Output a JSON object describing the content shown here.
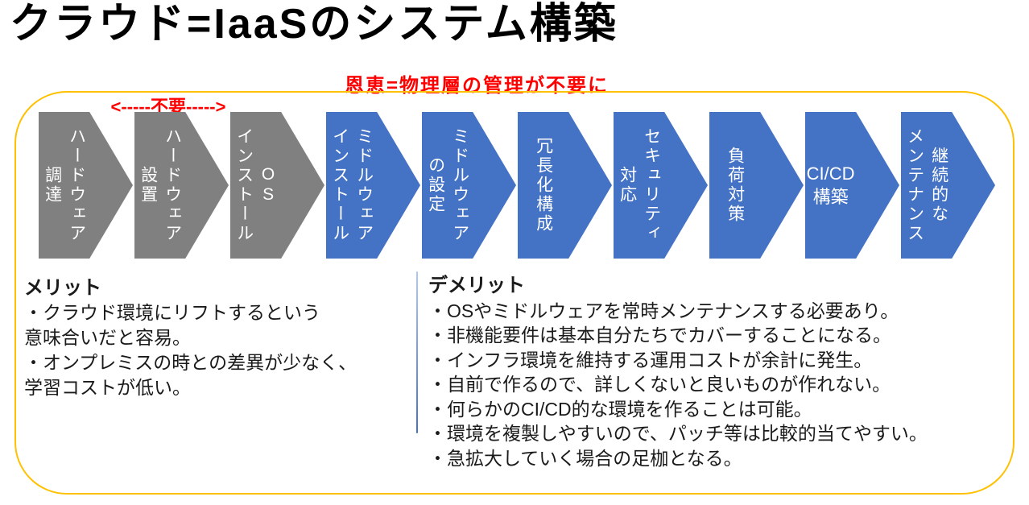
{
  "title": "クラウド=IaaSのシステム構築",
  "annotations": {
    "benefit": "恩恵=物理層の管理が不要に",
    "unnecessary_marker": "<-----不要----->"
  },
  "colors": {
    "gray": "#808080",
    "blue": "#4472C4",
    "gold": "#FFC000",
    "red": "#FF0000",
    "ink": "#1a1a1a",
    "arrow_text": "#ffffff"
  },
  "process_arrows": [
    {
      "lines": [
        "ハードウェア",
        "調達"
      ],
      "color": "gray",
      "orientation": "vertical"
    },
    {
      "lines": [
        "ハードウェア",
        "設置"
      ],
      "color": "gray",
      "orientation": "vertical"
    },
    {
      "lines": [
        "OS",
        "インストール"
      ],
      "color": "gray",
      "orientation": "vertical"
    },
    {
      "lines": [
        "ミドルウェア",
        "インストール"
      ],
      "color": "blue",
      "orientation": "vertical"
    },
    {
      "lines": [
        "ミドルウェア",
        "の設定"
      ],
      "color": "blue",
      "orientation": "vertical"
    },
    {
      "lines": [
        "冗長化構成"
      ],
      "color": "blue",
      "orientation": "vertical"
    },
    {
      "lines": [
        "セキュリティ",
        "対応"
      ],
      "color": "blue",
      "orientation": "vertical"
    },
    {
      "lines": [
        "負荷対策"
      ],
      "color": "blue",
      "orientation": "vertical"
    },
    {
      "lines": [
        "CI/CD",
        "構築"
      ],
      "color": "blue",
      "orientation": "horizontal"
    },
    {
      "lines": [
        "継続的な",
        "メンテナンス"
      ],
      "color": "blue",
      "orientation": "vertical"
    }
  ],
  "merit": {
    "heading": "メリット",
    "lines": [
      "・クラウド環境にリフトするという",
      "意味合いだと容易。",
      "・オンプレミスの時との差異が少なく、",
      "学習コストが低い。"
    ]
  },
  "demerit": {
    "heading": "デメリット",
    "lines": [
      "・OSやミドルウェアを常時メンテナンスする必要あり。",
      "・非機能要件は基本自分たちでカバーすることになる。",
      "・インフラ環境を維持する運用コストが余計に発生。",
      "・自前で作るので、詳しくないと良いものが作れない。",
      "・何らかのCI/CD的な環境を作ることは可能。",
      "・環境を複製しやすいので、パッチ等は比較的当てやすい。",
      "・急拡大していく場合の足枷となる。"
    ]
  }
}
